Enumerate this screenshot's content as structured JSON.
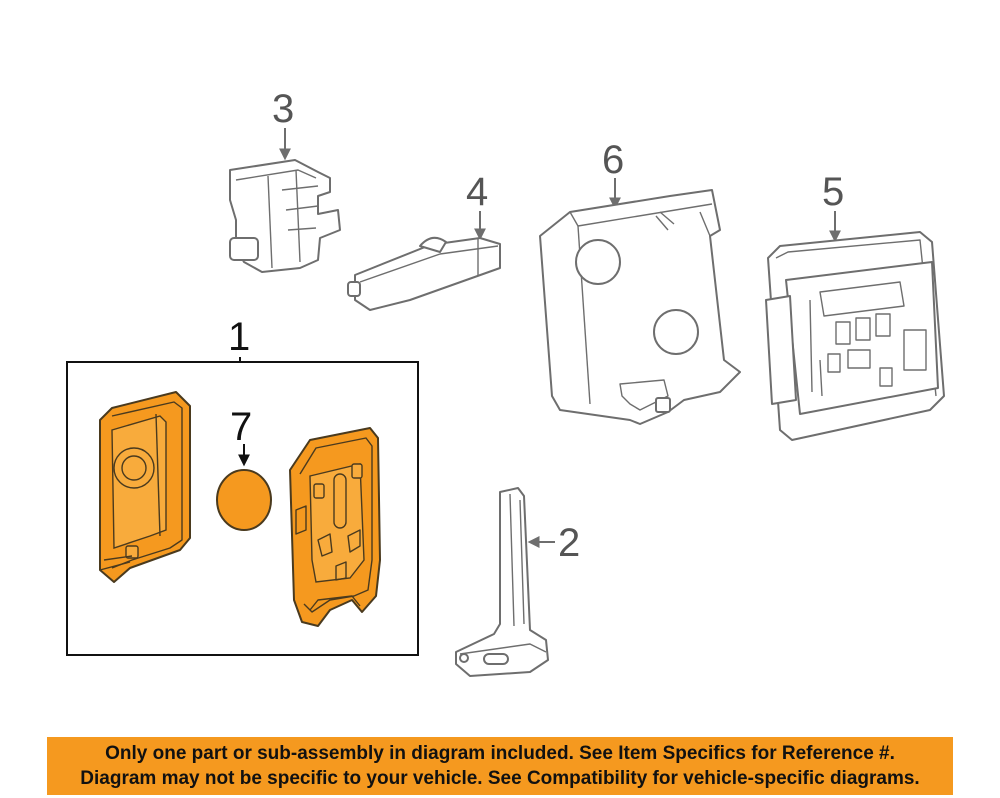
{
  "callouts": {
    "c1": "1",
    "c2": "2",
    "c3": "3",
    "c4": "4",
    "c5": "5",
    "c6": "6",
    "c7": "7"
  },
  "notice": {
    "line1": "Only one part or sub-assembly in diagram included. See Item Specifics for Reference #.",
    "line2": "Diagram may not be specific to your vehicle. See Compatibility for vehicle-specific diagrams."
  },
  "colors": {
    "highlight": "#f5991f",
    "line": "#6e6e6e"
  }
}
